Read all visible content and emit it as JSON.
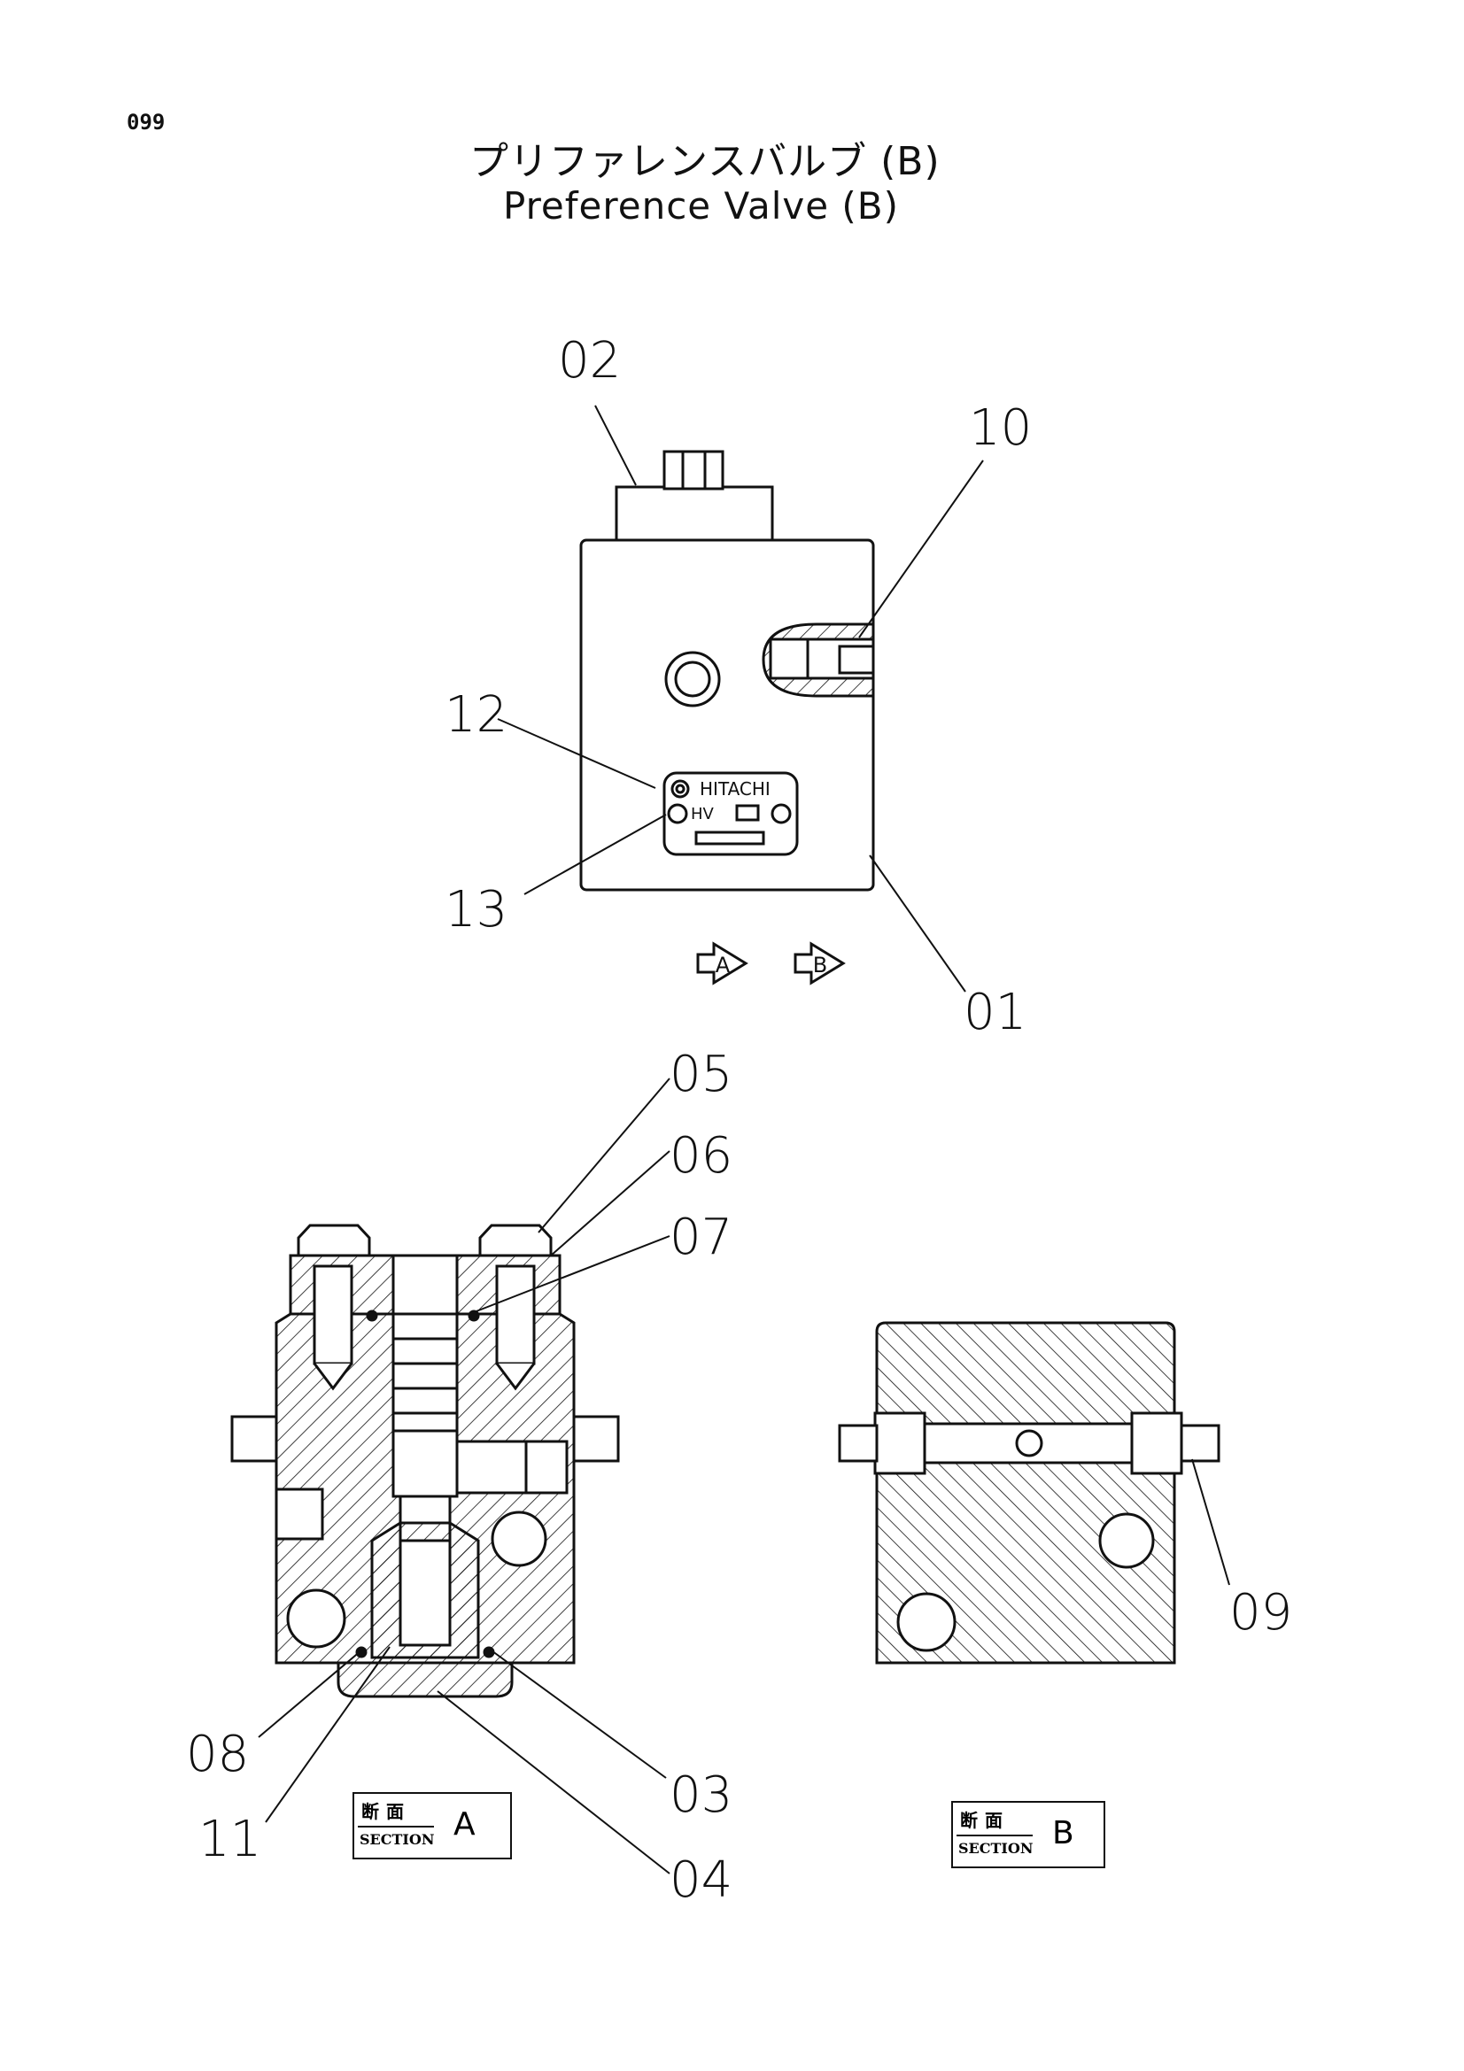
{
  "page_number": "099",
  "title": {
    "japanese": "プリファレンスバルブ (B)",
    "english": "Preference Valve (B)"
  },
  "callouts": {
    "c01": "01",
    "c02": "02",
    "c03": "03",
    "c04": "04",
    "c05": "05",
    "c06": "06",
    "c07": "07",
    "c08": "08",
    "c09": "09",
    "c10": "10",
    "c11": "11",
    "c12": "12",
    "c13": "13"
  },
  "nameplate": {
    "brand": "HITACHI",
    "model_prefix": "HV"
  },
  "view_arrows": {
    "a": "A",
    "b": "B"
  },
  "sections": [
    {
      "jp": "断面",
      "en": "SECTION",
      "letter": "A"
    },
    {
      "jp": "断面",
      "en": "SECTION",
      "letter": "B"
    }
  ]
}
